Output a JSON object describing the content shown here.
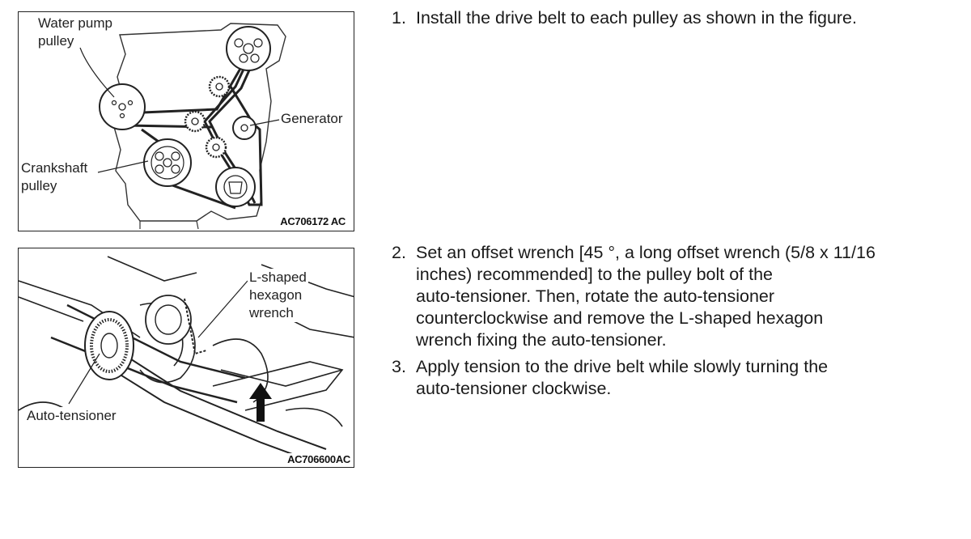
{
  "figure1": {
    "callouts": {
      "water_pump": [
        "Water pump",
        "pulley"
      ],
      "generator": "Generator",
      "crankshaft": [
        "Crankshaft",
        "pulley"
      ]
    },
    "code": "AC706172 AC"
  },
  "figure2": {
    "callouts": {
      "wrench": [
        "L-shaped",
        "hexagon",
        "wrench"
      ],
      "tensioner": "Auto-tensioner"
    },
    "code": "AC706600AC"
  },
  "steps": [
    {
      "num": "1.",
      "lines": [
        "Install the drive belt to each pulley as shown in the figure."
      ]
    },
    {
      "num": "2.",
      "lines": [
        "Set an offset wrench [45 °, a long offset wrench (5/8 x 11/16",
        "inches) recommended] to the pulley bolt of the",
        "auto-tensioner. Then, rotate the auto-tensioner",
        "counterclockwise and remove the L-shaped hexagon",
        "wrench fixing the auto-tensioner."
      ]
    },
    {
      "num": "3.",
      "lines": [
        "Apply tension to the drive belt while slowly turning the",
        "auto-tensioner clockwise."
      ]
    }
  ]
}
